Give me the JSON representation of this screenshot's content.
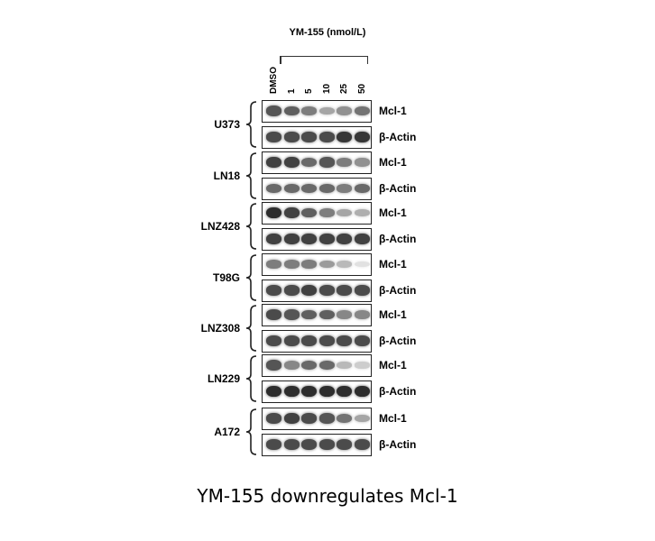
{
  "treatment": {
    "title": "YM-155 (nmol/L)"
  },
  "lanes": [
    "DMSO",
    "1",
    "5",
    "10",
    "25",
    "50"
  ],
  "proteins": {
    "target": "Mcl-1",
    "loading": "β-Actin"
  },
  "cell_lines": [
    {
      "name": "U373",
      "mcl1": [
        0.75,
        0.7,
        0.55,
        0.35,
        0.45,
        0.6
      ],
      "actin": [
        0.8,
        0.8,
        0.8,
        0.8,
        0.9,
        0.9
      ]
    },
    {
      "name": "LN18",
      "mcl1": [
        0.85,
        0.85,
        0.65,
        0.75,
        0.55,
        0.45
      ],
      "actin": [
        0.65,
        0.65,
        0.65,
        0.65,
        0.55,
        0.65
      ]
    },
    {
      "name": "LNZ428",
      "mcl1": [
        0.95,
        0.85,
        0.7,
        0.55,
        0.35,
        0.3
      ],
      "actin": [
        0.85,
        0.85,
        0.85,
        0.85,
        0.85,
        0.85
      ]
    },
    {
      "name": "T98G",
      "mcl1": [
        0.55,
        0.55,
        0.55,
        0.4,
        0.25,
        0.05
      ],
      "actin": [
        0.8,
        0.8,
        0.85,
        0.8,
        0.8,
        0.8
      ]
    },
    {
      "name": "LNZ308",
      "mcl1": [
        0.8,
        0.75,
        0.7,
        0.7,
        0.5,
        0.5
      ],
      "actin": [
        0.8,
        0.8,
        0.8,
        0.8,
        0.8,
        0.8
      ]
    },
    {
      "name": "LN229",
      "mcl1": [
        0.75,
        0.5,
        0.65,
        0.65,
        0.25,
        0.15
      ],
      "actin": [
        0.95,
        0.95,
        0.95,
        0.95,
        0.95,
        0.95
      ]
    },
    {
      "name": "A172",
      "mcl1": [
        0.8,
        0.85,
        0.8,
        0.75,
        0.6,
        0.35
      ],
      "actin": [
        0.8,
        0.8,
        0.8,
        0.8,
        0.8,
        0.8
      ]
    }
  ],
  "caption": "YM-155 downregulates Mcl-1"
}
